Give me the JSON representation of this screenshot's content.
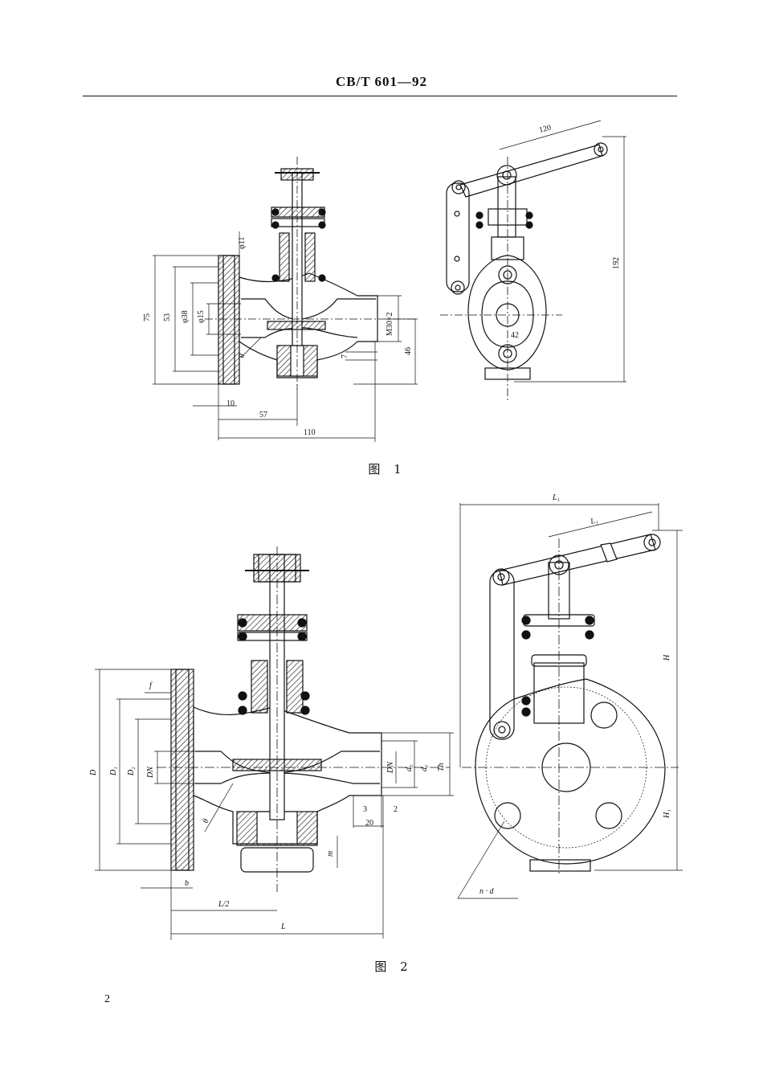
{
  "header": {
    "standard_code": "CB/T 601—92"
  },
  "figure1": {
    "caption": "图 1",
    "section_labels": {
      "phi11": "φ11",
      "dim75": "75",
      "dim53": "53",
      "phi38": "φ38",
      "phi15": "φ15",
      "thread": "M30×2",
      "dim46": "46",
      "dim7": "7",
      "dim10": "10",
      "dim57": "57",
      "dim110": "110",
      "theta": "θ"
    },
    "side_labels": {
      "dim120": "120",
      "dim192": "192",
      "dim42": "42"
    }
  },
  "figure2": {
    "caption": "图 2",
    "section_labels": {
      "f": "f",
      "D": "D",
      "D1": "D₁",
      "D2": "D₂",
      "DN_left": "DN",
      "theta": "θ",
      "b": "b",
      "L_half": "L/2",
      "L": "L",
      "m": "m",
      "DN_right": "DN",
      "d2": "d₂",
      "d1": "d₁",
      "Th": "Th",
      "dim3": "3",
      "dim2": "2",
      "dim20": "20"
    },
    "side_labels": {
      "L1": "L₁",
      "L1_inner": "L₁",
      "H": "H",
      "H1": "H₁",
      "nd": "n · d"
    }
  },
  "page_number": "2"
}
